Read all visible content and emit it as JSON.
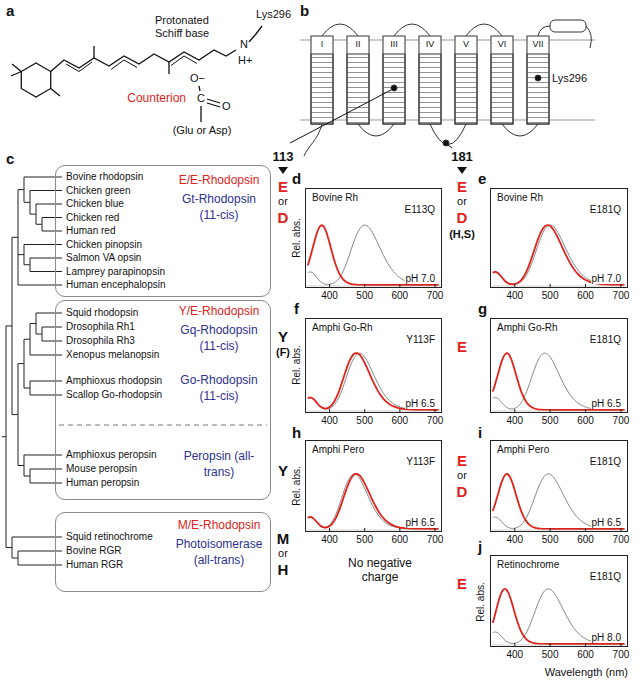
{
  "diagram": {
    "nodes": [
      {
        "text": [
          "E/E-Rhodopsin",
          "Gt-Rhodopsin (11-cis)",
          "Bovine rhodopsin",
          "Chicken green",
          "Chicken blue",
          "Chicken red",
          "Human red",
          "Chicken pinopsin",
          "Salmon VA opsin",
          "Lamprey parapinopsin",
          "Human encephalopsin"
        ]
      },
      {
        "text": [
          "Bovine Rh",
          "E113Q",
          "pH 7.0"
        ]
      },
      {
        "text": [
          "Bovine Rh",
          "E181Q",
          "pH 7.0"
        ]
      },
      {
        "text": [
          "Y/E-Rhodopsin",
          "Gq-Rhodopsin (11-cis)",
          "Go-Rhodopsin (11-cis)",
          "Peropsin (all-trans)",
          "Squid rhodopsin",
          "Drosophila Rh1",
          "Drosophila Rh3",
          "Xenopus melanopsin",
          "Amphioxus rhodopsin",
          "Scallop Go-rhodopsin",
          "Amphioxus peropsin",
          "Mouse peropsin",
          "Human peropsin"
        ]
      },
      {
        "text": [
          "Amphi Go-Rh",
          "Y113F",
          "pH 6.5"
        ]
      },
      {
        "text": [
          "Amphi Go-Rh",
          "E181Q",
          "pH 6.5"
        ]
      },
      {
        "text": [
          "Amphi Pero",
          "Y113F",
          "pH 6.5"
        ]
      },
      {
        "text": [
          "Amphi Pero",
          "E181Q",
          "pH 6.5"
        ]
      },
      {
        "text": [
          "M/E-Rhodopsin",
          "Photoisomerase (all-trans)",
          "Squid retinochrome",
          "Bovine RGR",
          "Human RGR"
        ]
      },
      {
        "text": [
          "Retinochrome",
          "E181Q",
          "pH 8.0"
        ]
      }
    ],
    "labels": [
      "a",
      "Protonated Schiff base",
      "N",
      "H+",
      "Lys296",
      "O−",
      "C",
      "O",
      "Counterion",
      "(Glu or Asp)",
      "b",
      "I",
      "II",
      "III",
      "IV",
      "V",
      "VI",
      "VII",
      "Lys296",
      "c",
      "113",
      "181",
      "E",
      "or",
      "D",
      "E",
      "or",
      "D",
      "(H,S)",
      "Y",
      "(F)",
      "E",
      "Y",
      "E",
      "or",
      "D",
      "M",
      "or",
      "H",
      "No negative charge",
      "E",
      "d",
      "e",
      "f",
      "g",
      "h",
      "i",
      "j",
      "Rel. abs.",
      "Rel. abs.",
      "Rel. abs.",
      "Rel. abs.",
      "400",
      "500",
      "600",
      "700",
      "400",
      "500",
      "600",
      "700",
      "400",
      "500",
      "600",
      "700",
      "400",
      "500",
      "600",
      "700",
      "400",
      "500",
      "600",
      "700",
      "400",
      "500",
      "600",
      "700",
      "400",
      "500",
      "600",
      "700",
      "Wavelength (nm)"
    ]
  }
}
